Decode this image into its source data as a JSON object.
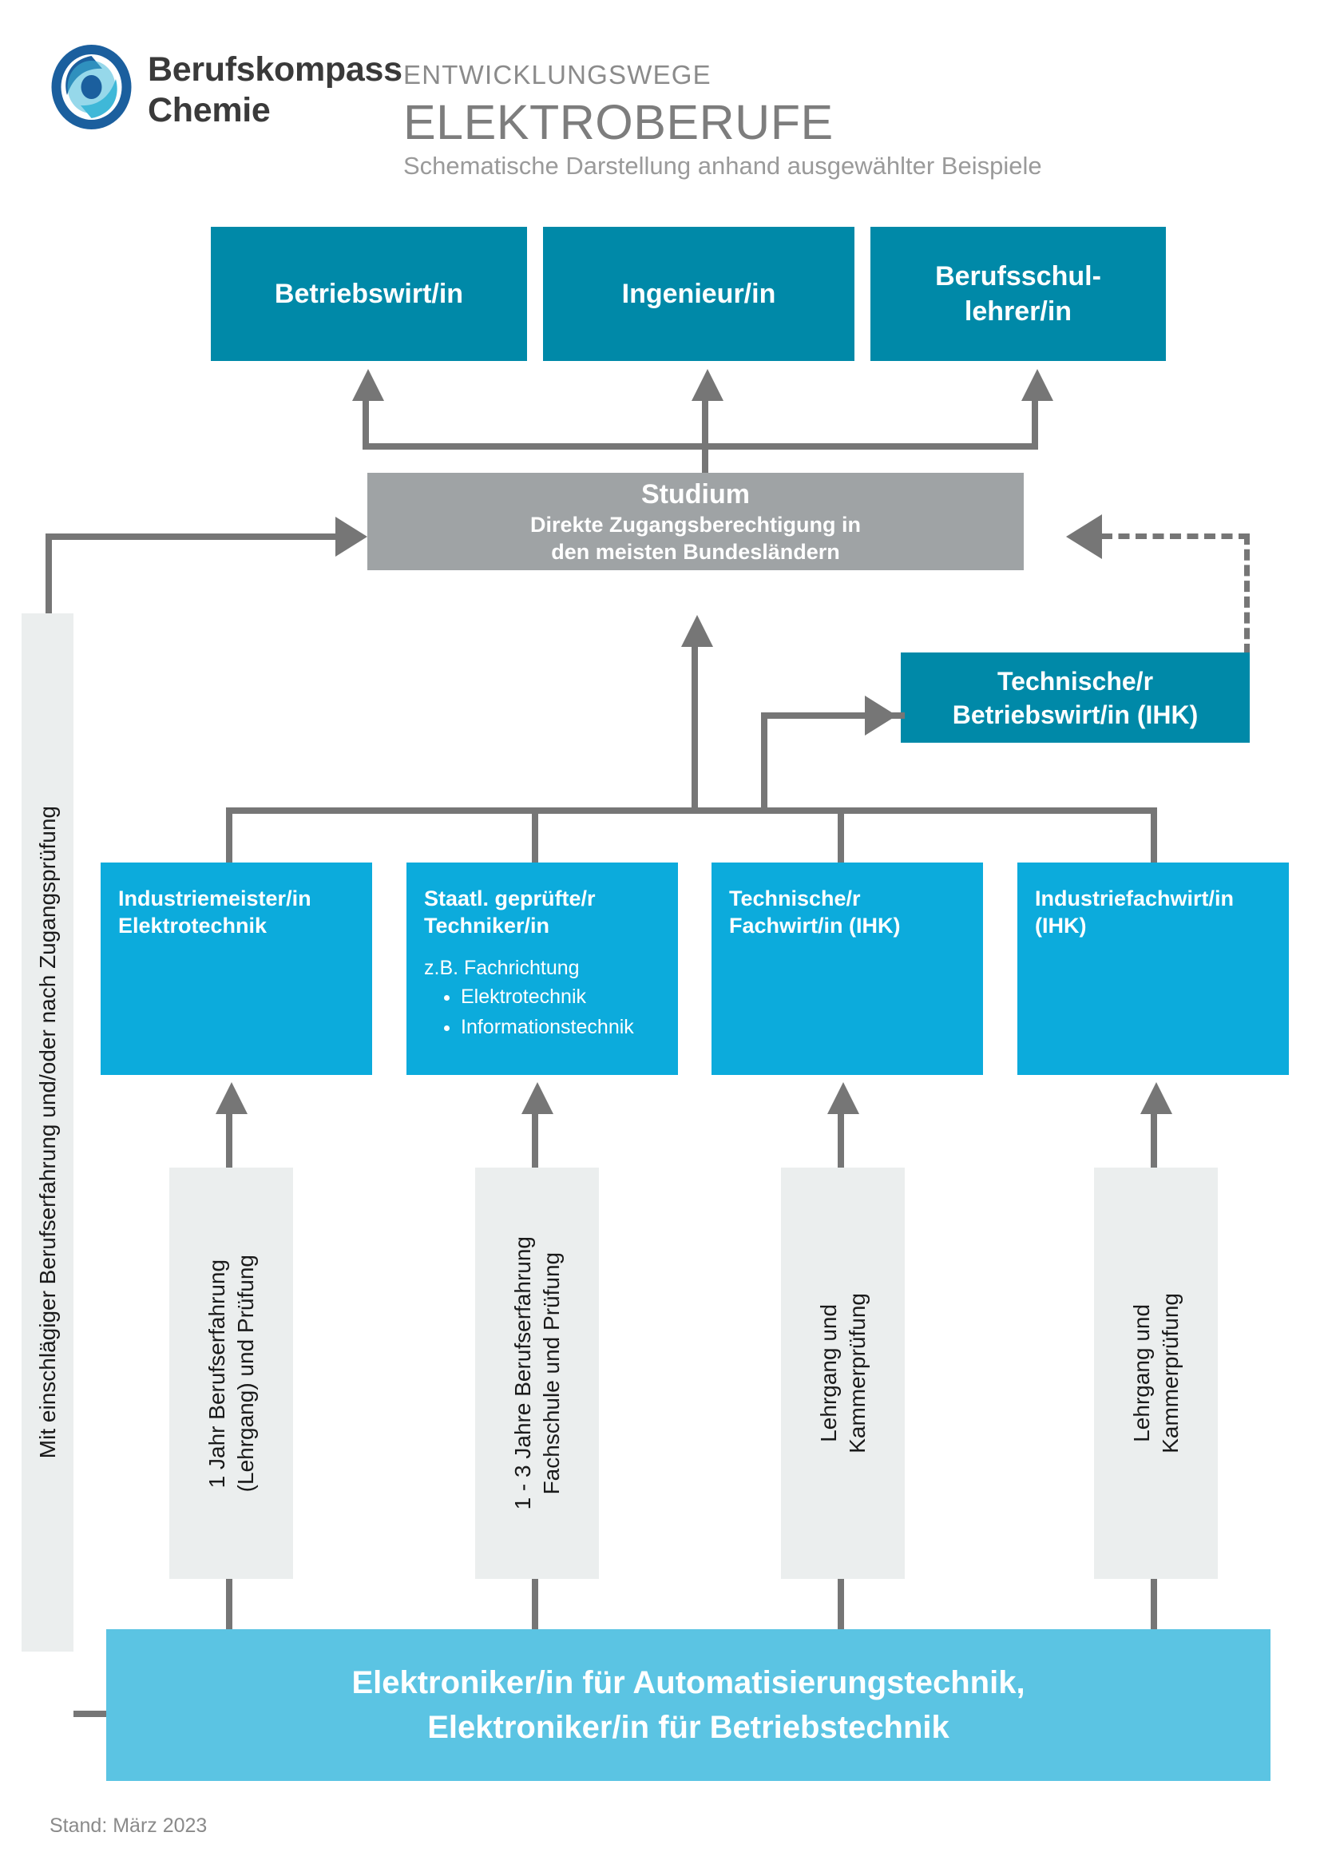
{
  "header": {
    "brand_line1": "Berufskompass",
    "brand_line2": "Chemie",
    "kicker": "ENTWICKLUNGSWEGE",
    "title": "ELEKTROBERUFE",
    "subtitle": "Schematische Darstellung anhand ausgewählter Beispiele",
    "logo_icon": "compass-logo-icon"
  },
  "colors": {
    "teal": "#0089a8",
    "gray": "#9fa3a5",
    "cyan": "#0cabdc",
    "light_blue": "#5bc4e3",
    "pale": "#ebeeee",
    "connector": "#767676"
  },
  "top_row": [
    {
      "label": "Betriebswirt/in"
    },
    {
      "label": "Ingenieur/in"
    },
    {
      "label": "Berufsschul-\nlehrer/in"
    }
  ],
  "studium": {
    "title": "Studium",
    "subtitle_line1": "Direkte Zugangsberechtigung in",
    "subtitle_line2": "den meisten Bundesländern"
  },
  "technischer_betriebswirt": {
    "line1": "Technische/r",
    "line2": "Betriebswirt/in (IHK)"
  },
  "side_rail": {
    "label": "Mit einschlägiger Berufserfahrung und/oder nach Zugangsprüfung"
  },
  "qualification_cards": [
    {
      "title_line1": "Industriemeister/in",
      "title_line2": "Elektrotechnik",
      "sub": "",
      "bullets": []
    },
    {
      "title_line1": "Staatl. geprüfte/r",
      "title_line2": "Techniker/in",
      "sub": "z.B. Fachrichtung",
      "bullets": [
        "Elektrotechnik",
        "Informationstechnik"
      ]
    },
    {
      "title_line1": "Technische/r",
      "title_line2": "Fachwirt/in (IHK)",
      "sub": "",
      "bullets": []
    },
    {
      "title_line1": "Industriefachwirt/in",
      "title_line2": "(IHK)",
      "sub": "",
      "bullets": []
    }
  ],
  "pathway_labels": [
    {
      "text": "1 Jahr Berufserfahrung\n(Lehrgang) und Prüfung"
    },
    {
      "text": "1 - 3 Jahre Berufserfahrung\nFachschule und Prüfung"
    },
    {
      "text": "Lehrgang und\nKammerprüfung"
    },
    {
      "text": "Lehrgang und\nKammerprüfung"
    }
  ],
  "base": {
    "line1": "Elektroniker/in für Automatisierungstechnik,",
    "line2": "Elektroniker/in für Betriebstechnik"
  },
  "footer": {
    "note": "Stand: März 2023"
  }
}
